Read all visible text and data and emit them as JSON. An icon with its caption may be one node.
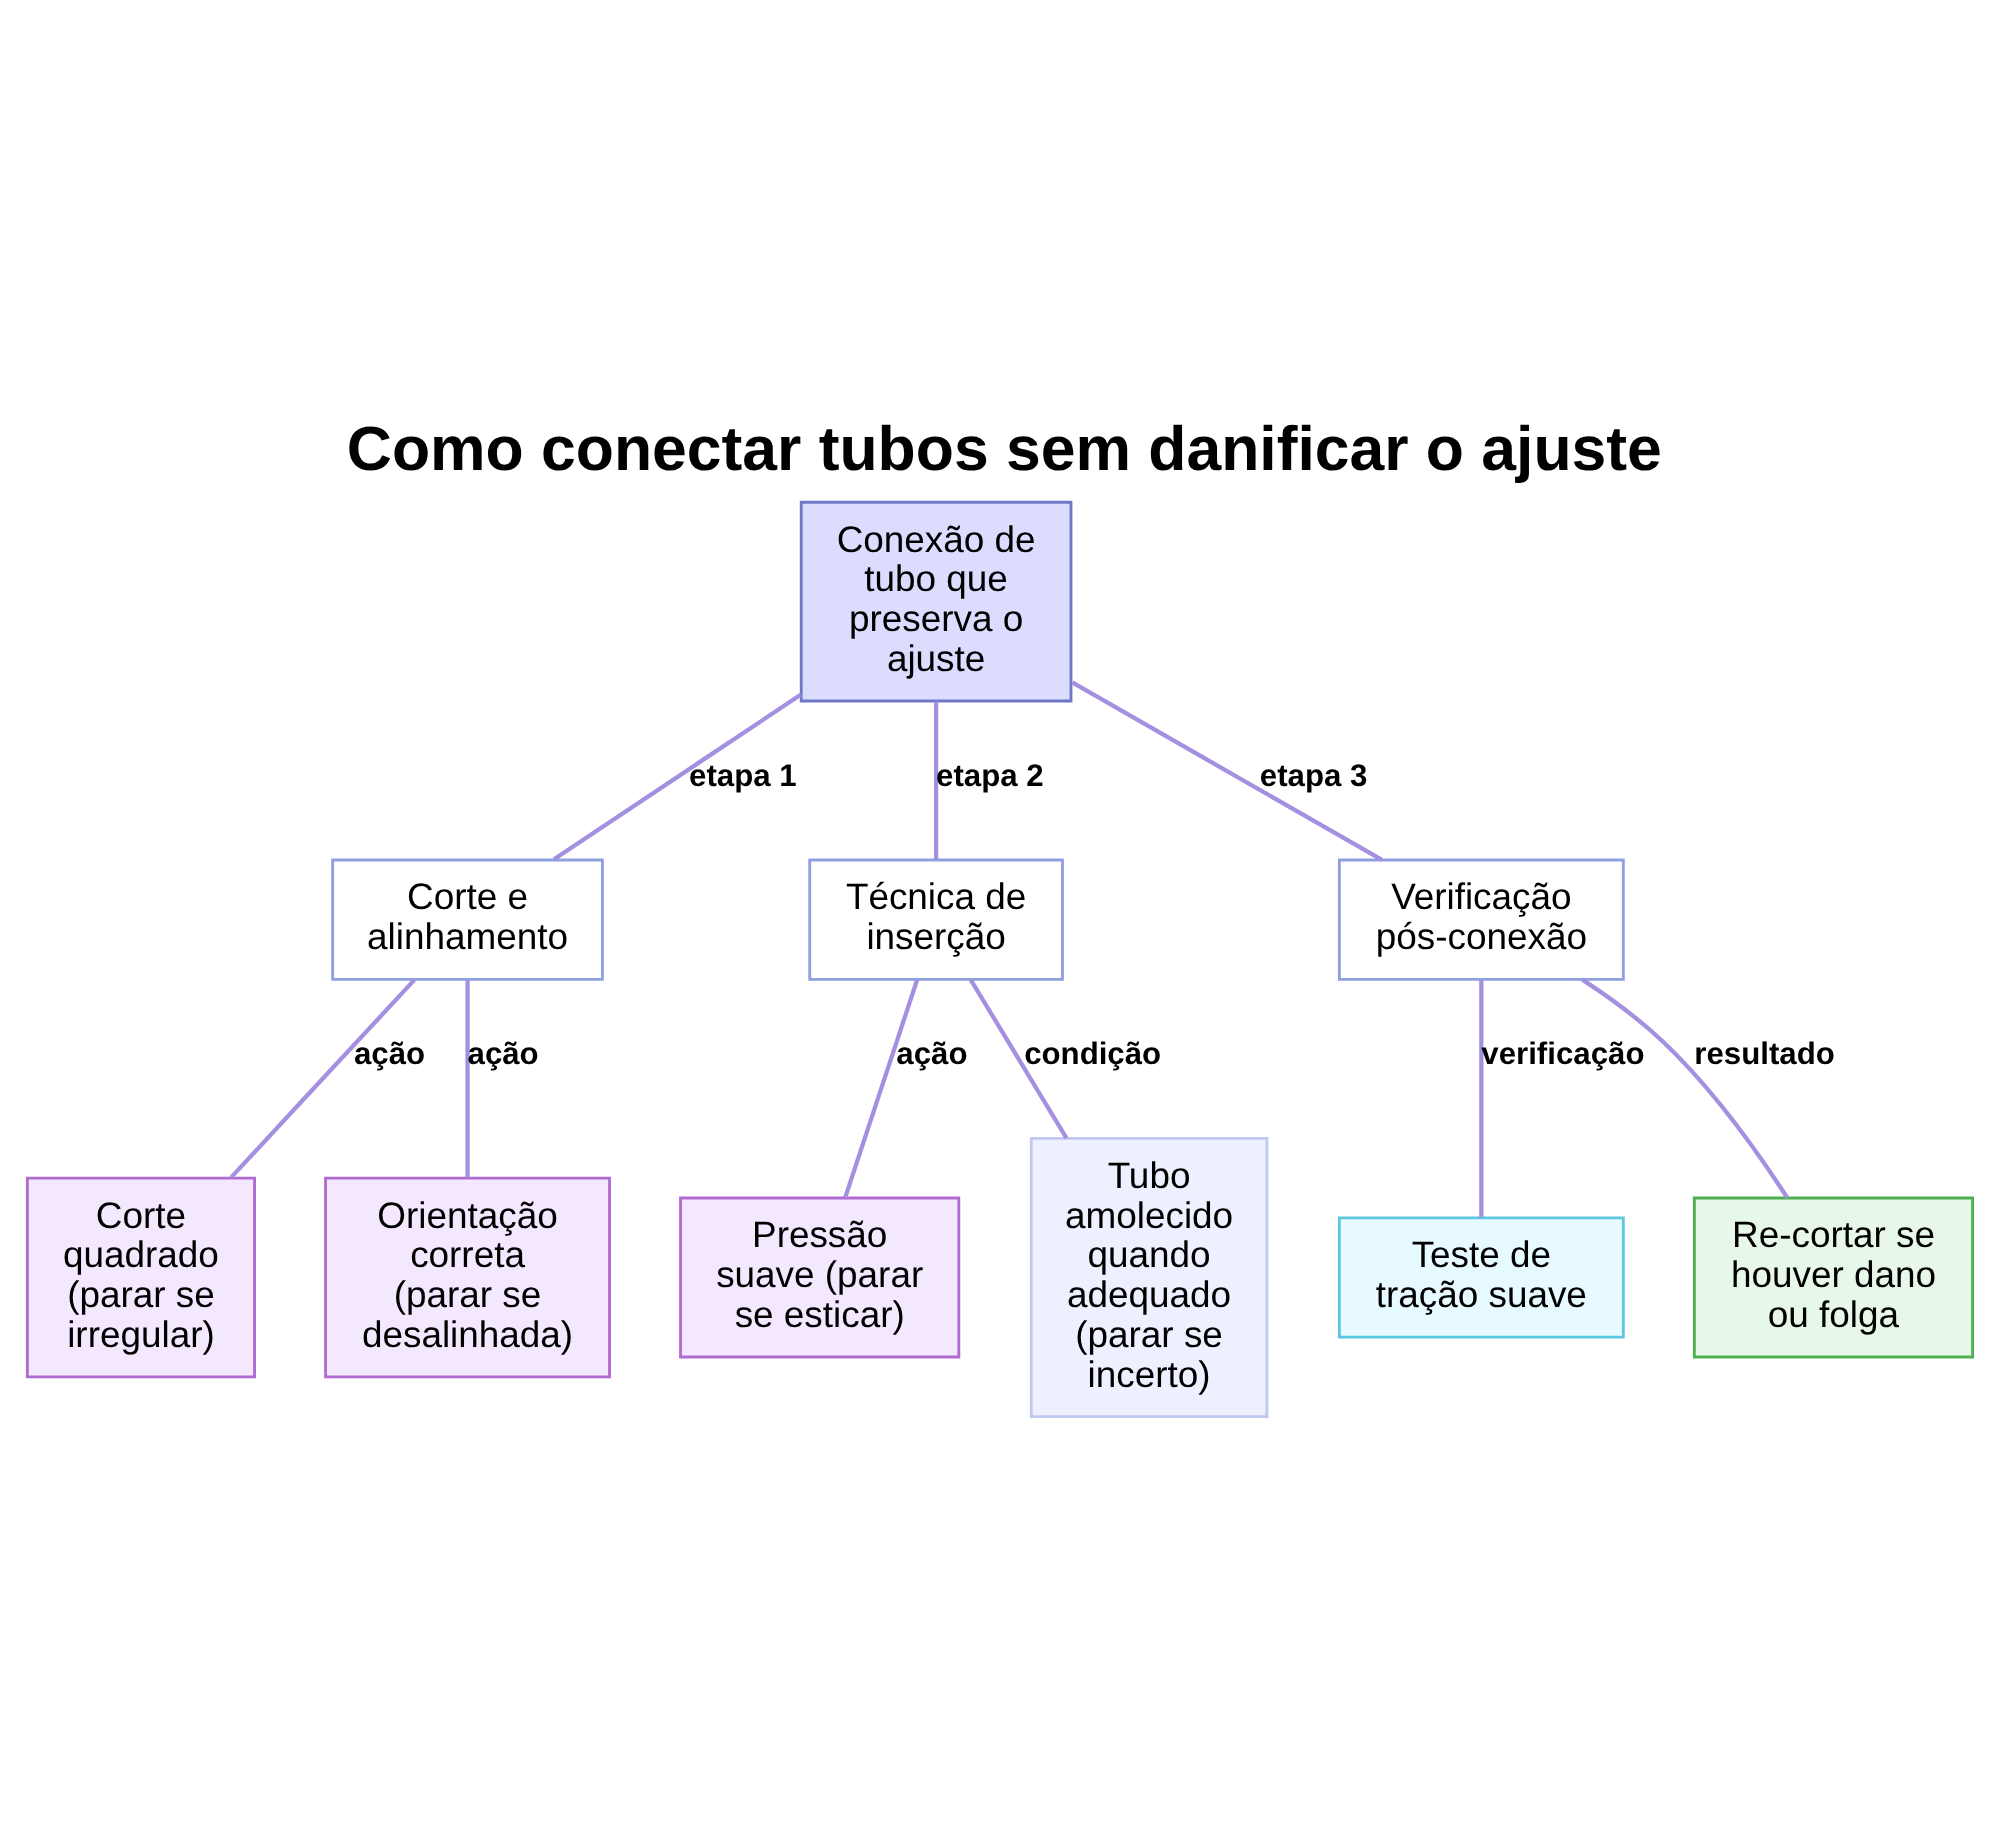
{
  "diagram": {
    "title": "Como conectar tubos sem danificar o ajuste",
    "nodes": [
      {
        "text": [
          "Conexão de tubo que preserva o ajuste"
        ]
      },
      {
        "text": [
          "Corte e alinhamento"
        ]
      },
      {
        "text": [
          "Técnica de inserção"
        ]
      },
      {
        "text": [
          "Verificação pós-conexão"
        ]
      },
      {
        "text": [
          "Corte quadrado (parar se irregular)"
        ]
      },
      {
        "text": [
          "Orientação correta (parar se desalinhada)"
        ]
      },
      {
        "text": [
          "Pressão suave (parar se esticar)"
        ]
      },
      {
        "text": [
          "Tubo amolecido quando adequado (parar se incerto)"
        ]
      },
      {
        "text": [
          "Teste de tração suave"
        ]
      },
      {
        "text": [
          "Re-cortar se houver dano ou folga"
        ]
      }
    ],
    "edges": [
      {
        "from": 0,
        "to": 1,
        "arrow": "none",
        "label": "etapa 1"
      },
      {
        "from": 0,
        "to": 2,
        "arrow": "none",
        "label": "etapa 2"
      },
      {
        "from": 0,
        "to": 3,
        "arrow": "none",
        "label": "etapa 3"
      },
      {
        "from": 1,
        "to": 4,
        "arrow": "none",
        "label": "ação"
      },
      {
        "from": 1,
        "to": 5,
        "arrow": "none",
        "label": "ação"
      },
      {
        "from": 2,
        "to": 6,
        "arrow": "none",
        "label": "ação"
      },
      {
        "from": 2,
        "to": 7,
        "arrow": "none",
        "label": "condição"
      },
      {
        "from": 3,
        "to": 8,
        "arrow": "none",
        "label": "verificação"
      },
      {
        "from": 3,
        "to": 9,
        "arrow": "none",
        "label": "resultado"
      }
    ]
  }
}
